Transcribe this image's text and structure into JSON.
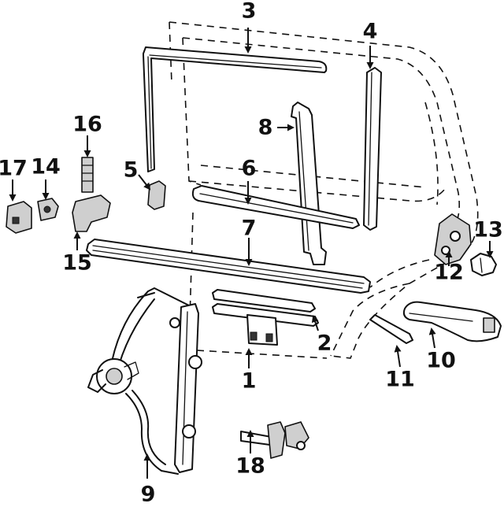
{
  "callouts": {
    "c1": "1",
    "c2": "2",
    "c3": "3",
    "c4": "4",
    "c5": "5",
    "c6": "6",
    "c7": "7",
    "c8": "8",
    "c9": "9",
    "c10": "10",
    "c11": "11",
    "c12": "12",
    "c13": "13",
    "c14": "14",
    "c15": "15",
    "c16": "16",
    "c17": "17",
    "c18": "18"
  },
  "colors": {
    "line": "#111111",
    "background": "#ffffff",
    "shade": "#cfcfcf"
  }
}
